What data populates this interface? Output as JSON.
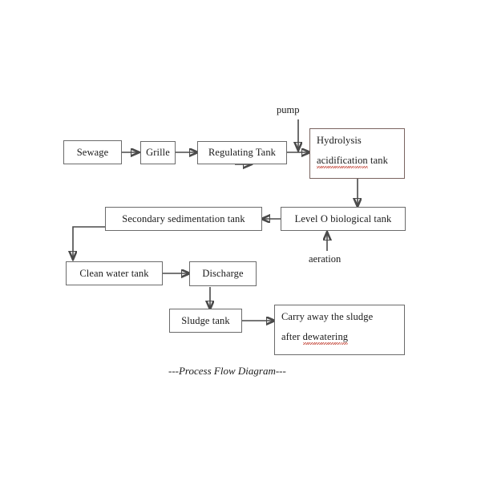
{
  "diagram": {
    "caption": "---Process Flow Diagram---",
    "nodes": {
      "sewage": "Sewage",
      "grille": "Grille",
      "regulating_tank": "Regulating Tank",
      "hydrolysis_line1": "Hydrolysis",
      "hydrolysis_line2_a": "acidification",
      "hydrolysis_line2_b": " tank",
      "level_o": "Level O biological tank",
      "secondary_sedimentation": "Secondary sedimentation tank",
      "clean_water_tank": "Clean water tank",
      "discharge": "Discharge",
      "sludge_tank": "Sludge tank",
      "carry_away_line1": "Carry away the sludge",
      "carry_away_line2_a": "after ",
      "carry_away_line2_b": "dewatering"
    },
    "labels": {
      "pump": "pump",
      "aeration": "aeration"
    },
    "colors": {
      "box_border": "#6b6b6b",
      "box_border_accent": "#7a6460",
      "connector": "#4a4a4a",
      "text": "#1a1a1a",
      "spellcheck_squiggle": "#c0392b",
      "background": "#ffffff"
    }
  }
}
